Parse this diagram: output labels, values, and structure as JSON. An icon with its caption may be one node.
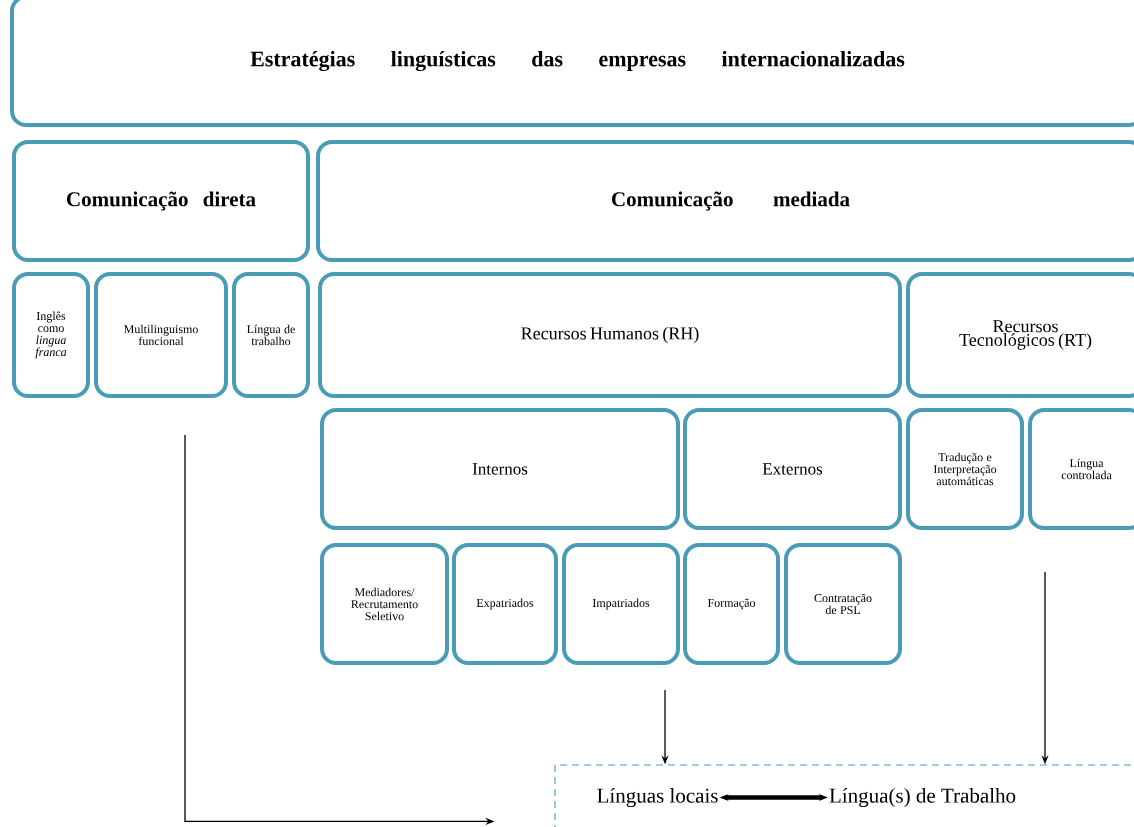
{
  "diagram": {
    "nodes": [
      {
        "text": [
          "Estratégias linguísticas das empresas internacionalizadas"
        ]
      },
      {
        "text": [
          "Comunicação direta"
        ]
      },
      {
        "text": [
          "Comunicação mediada"
        ]
      },
      {
        "text": [
          "Inglês como *lingua franca*"
        ]
      },
      {
        "text": [
          "Multilinguismo funcional"
        ]
      },
      {
        "text": [
          "Língua de trabalho"
        ]
      },
      {
        "text": [
          "Recursos Humanos (RH)"
        ]
      },
      {
        "text": [
          "Recursos Tecnológicos (RT)"
        ]
      },
      {
        "text": [
          "Internos"
        ]
      },
      {
        "text": [
          "Externos"
        ]
      },
      {
        "text": [
          "Tradução e Interpretação automáticas"
        ]
      },
      {
        "text": [
          "Língua controlada"
        ]
      },
      {
        "text": [
          "Mediadores/ Recrutamento Seletivo"
        ]
      },
      {
        "text": [
          "Expatriados"
        ]
      },
      {
        "text": [
          "Impatriados"
        ]
      },
      {
        "text": [
          "Formação"
        ]
      },
      {
        "text": [
          "Contratação de PSL"
        ]
      },
      {
        "text": [],
        "shape": "box"
      },
      {
        "text": [
          "Línguas locais"
        ],
        "in": 17
      },
      {
        "text": [
          "Língua(s) de Trabalho"
        ],
        "in": 17
      }
    ],
    "edges": [
      {
        "from": null,
        "to": 17,
        "arrow": "to"
      },
      {
        "from": null,
        "to": 17,
        "arrow": "to"
      },
      {
        "from": null,
        "to": 17,
        "arrow": "to"
      },
      {
        "from": 18,
        "to": 19,
        "arrow": "both",
        "style": "thick"
      }
    ]
  }
}
